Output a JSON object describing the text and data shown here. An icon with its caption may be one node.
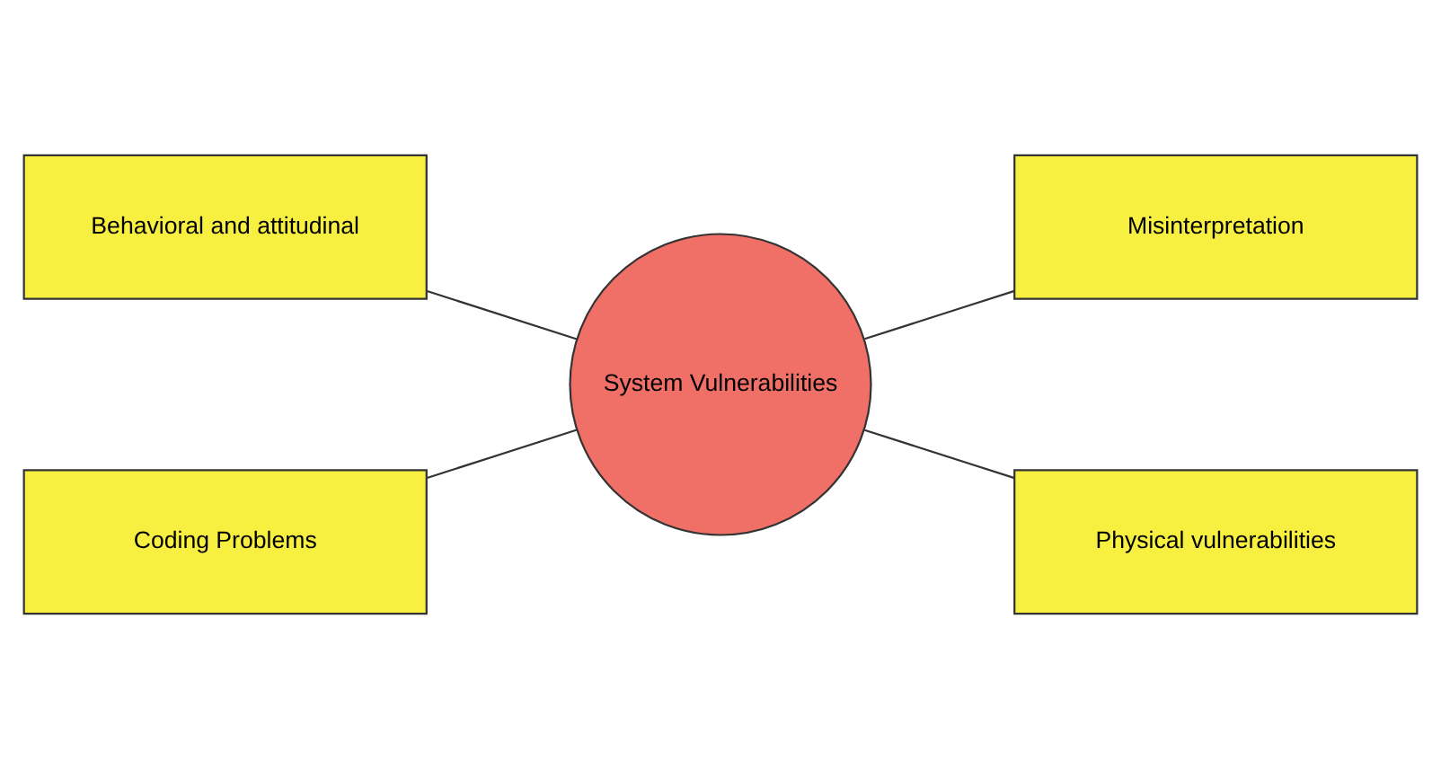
{
  "diagram": {
    "nodes": [
      {
        "text": [
          "Behavioral and attitudinal"
        ]
      },
      {
        "text": [
          "Misinterpretation"
        ]
      },
      {
        "text": [
          "System Vulnerabilities"
        ]
      },
      {
        "text": [
          "Coding Problems"
        ]
      },
      {
        "text": [
          "Physical vulnerabilities"
        ]
      }
    ],
    "edges": [
      {
        "from": 0,
        "to": 2,
        "arrow": "none"
      },
      {
        "from": 2,
        "to": 1,
        "arrow": "none"
      },
      {
        "from": 3,
        "to": 2,
        "arrow": "none"
      },
      {
        "from": 2,
        "to": 4,
        "arrow": "none"
      }
    ]
  }
}
